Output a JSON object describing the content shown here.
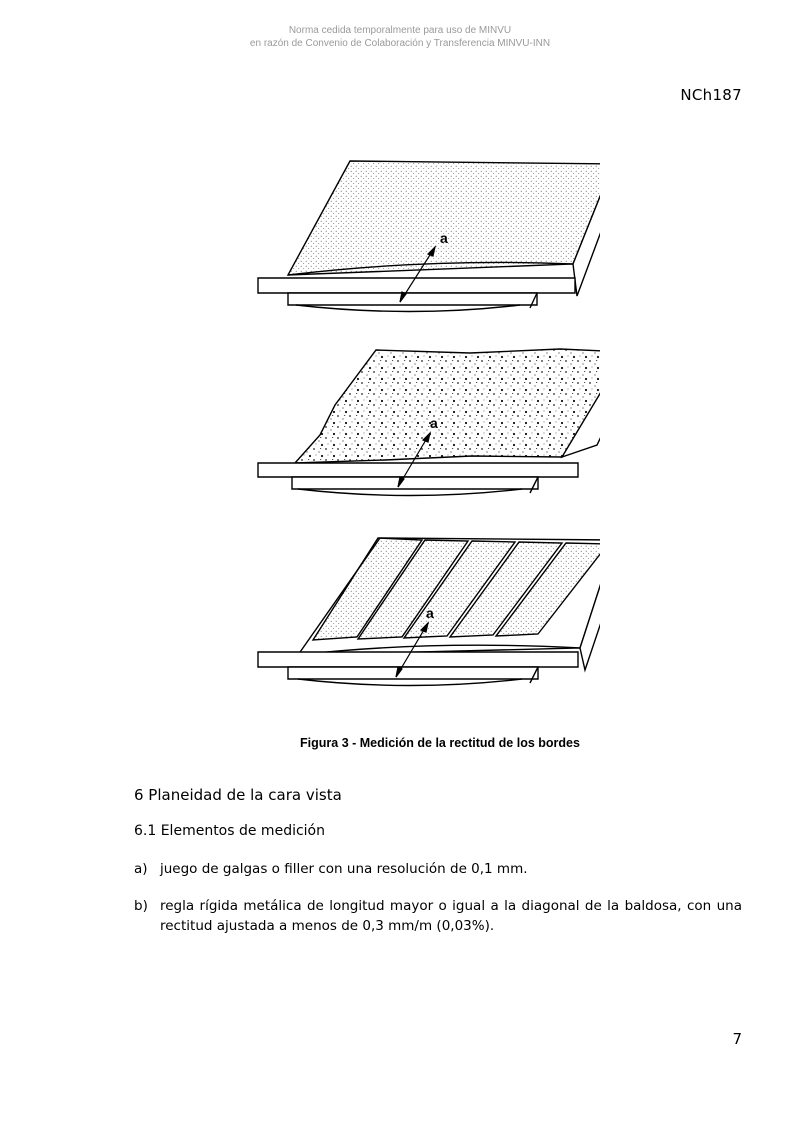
{
  "watermark": {
    "line1": "Norma cedida temporalmente para uso de MINVU",
    "line2": "en razón de Convenio de Colaboración y Transferencia MINVU-INN"
  },
  "header": {
    "doc_code": "NCh187"
  },
  "figure": {
    "label_a": "a",
    "caption": "Figura 3 - Medición de la rectitud de los bordes"
  },
  "section": {
    "heading": "6 Planeidad de la cara vista",
    "subheading": "6.1 Elementos de medición",
    "items": [
      {
        "marker": "a)",
        "text": "juego de galgas o filler con una resolución de 0,1 mm."
      },
      {
        "marker": "b)",
        "text": "regla rígida metálica de longitud mayor o igual a la diagonal de la baldosa, con una rectitud ajustada a menos de 0,3 mm/m (0,03%)."
      }
    ]
  },
  "footer": {
    "page_number": "7"
  }
}
